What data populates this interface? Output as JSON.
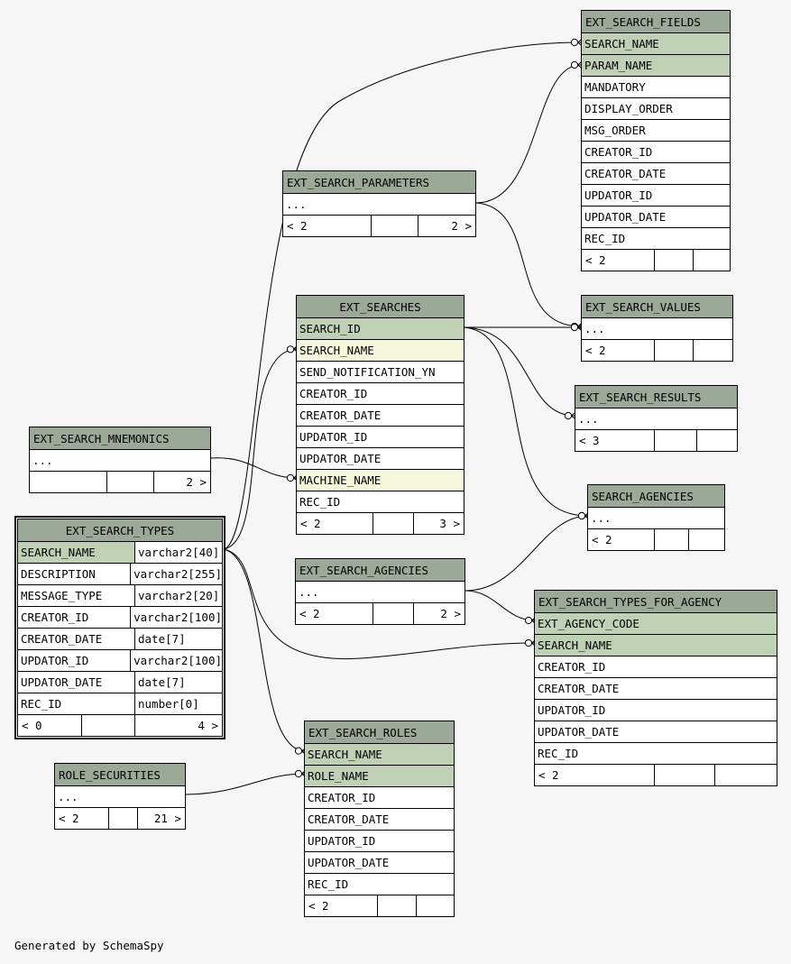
{
  "footer": "Generated by SchemaSpy",
  "tables": {
    "ext_search_fields": {
      "name": "EXT_SEARCH_FIELDS",
      "columns": [
        "SEARCH_NAME",
        "PARAM_NAME",
        "MANDATORY",
        "DISPLAY_ORDER",
        "MSG_ORDER",
        "CREATOR_ID",
        "CREATOR_DATE",
        "UPDATOR_ID",
        "UPDATOR_DATE",
        "REC_ID"
      ],
      "parents": "< 2",
      "children": ""
    },
    "ext_search_parameters": {
      "name": "EXT_SEARCH_PARAMETERS",
      "ellipsis": "...",
      "parents": "< 2",
      "children": "2 >"
    },
    "ext_searches": {
      "name": "EXT_SEARCHES",
      "columns": [
        "SEARCH_ID",
        "SEARCH_NAME",
        "SEND_NOTIFICATION_YN",
        "CREATOR_ID",
        "CREATOR_DATE",
        "UPDATOR_ID",
        "UPDATOR_DATE",
        "MACHINE_NAME",
        "REC_ID"
      ],
      "parents": "< 2",
      "children": "3 >"
    },
    "ext_search_values": {
      "name": "EXT_SEARCH_VALUES",
      "ellipsis": "...",
      "parents": "< 2",
      "children": ""
    },
    "ext_search_results": {
      "name": "EXT_SEARCH_RESULTS",
      "ellipsis": "...",
      "parents": "< 3",
      "children": ""
    },
    "ext_search_mnemonics": {
      "name": "EXT_SEARCH_MNEMONICS",
      "ellipsis": "...",
      "parents": "",
      "children": "2 >"
    },
    "search_agencies": {
      "name": "SEARCH_AGENCIES",
      "ellipsis": "...",
      "parents": "< 2",
      "children": ""
    },
    "ext_search_types": {
      "name": "EXT_SEARCH_TYPES",
      "columns": [
        {
          "name": "SEARCH_NAME",
          "type": "varchar2[40]"
        },
        {
          "name": "DESCRIPTION",
          "type": "varchar2[255]"
        },
        {
          "name": "MESSAGE_TYPE",
          "type": "varchar2[20]"
        },
        {
          "name": "CREATOR_ID",
          "type": "varchar2[100]"
        },
        {
          "name": "CREATOR_DATE",
          "type": "date[7]"
        },
        {
          "name": "UPDATOR_ID",
          "type": "varchar2[100]"
        },
        {
          "name": "UPDATOR_DATE",
          "type": "date[7]"
        },
        {
          "name": "REC_ID",
          "type": "number[0]"
        }
      ],
      "parents": "< 0",
      "children": "4 >"
    },
    "ext_search_agencies": {
      "name": "EXT_SEARCH_AGENCIES",
      "ellipsis": "...",
      "parents": "< 2",
      "children": "2 >"
    },
    "ext_search_types_for_agency": {
      "name": "EXT_SEARCH_TYPES_FOR_AGENCY",
      "columns": [
        "EXT_AGENCY_CODE",
        "SEARCH_NAME",
        "CREATOR_ID",
        "CREATOR_DATE",
        "UPDATOR_ID",
        "UPDATOR_DATE",
        "REC_ID"
      ],
      "parents": "< 2",
      "children": ""
    },
    "ext_search_roles": {
      "name": "EXT_SEARCH_ROLES",
      "columns": [
        "SEARCH_NAME",
        "ROLE_NAME",
        "CREATOR_ID",
        "CREATOR_DATE",
        "UPDATOR_ID",
        "UPDATOR_DATE",
        "REC_ID"
      ],
      "parents": "< 2",
      "children": ""
    },
    "role_securities": {
      "name": "ROLE_SECURITIES",
      "ellipsis": "...",
      "parents": "< 2",
      "children": "21 >"
    }
  }
}
